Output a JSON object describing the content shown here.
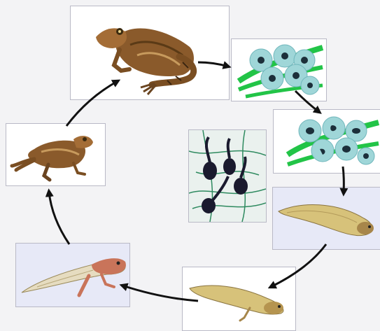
{
  "diagram": {
    "stages": [
      {
        "id": "adult-frog",
        "icon": "adult-frog-image"
      },
      {
        "id": "frog-spawn",
        "icon": "frog-eggs-image"
      },
      {
        "id": "developing-eggs",
        "icon": "developing-eggs-image"
      },
      {
        "id": "hatched-tadpoles",
        "icon": "tadpoles-in-pond-image"
      },
      {
        "id": "young-tadpole",
        "icon": "tadpole-image"
      },
      {
        "id": "tadpole-with-hind-legs",
        "icon": "tadpole-hind-legs-image"
      },
      {
        "id": "tadpole-with-four-legs",
        "icon": "tadpole-four-legs-image"
      },
      {
        "id": "froglet",
        "icon": "froglet-image"
      }
    ],
    "colors": {
      "arrow": "#111111",
      "egg_jelly": "#9fd6d8",
      "egg_core": "#1c2f3a",
      "plant": "#22c447",
      "frog_brown": "#8a5a2b",
      "tadpole_tan": "#d7c27a",
      "tadpole_pink": "#c9745a"
    }
  }
}
